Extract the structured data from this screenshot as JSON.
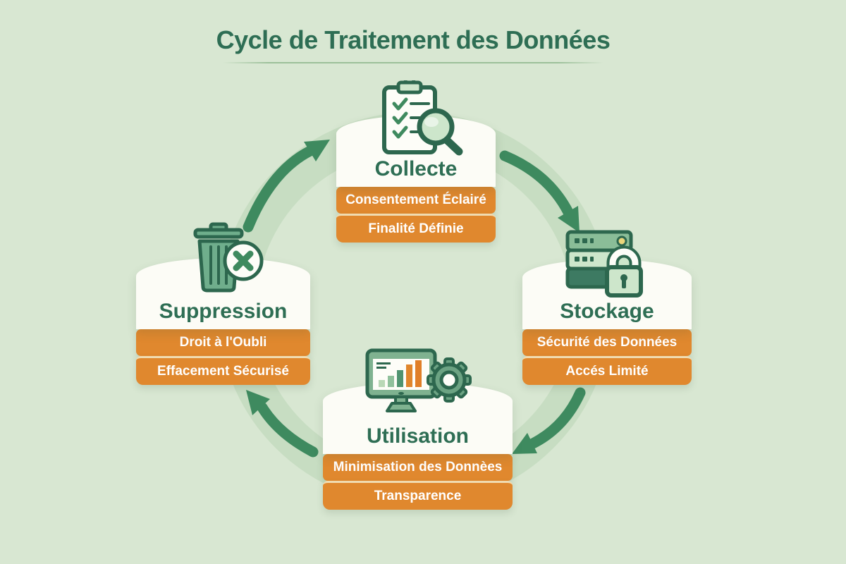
{
  "title": "Cycle de Traitement des Données",
  "stages": [
    {
      "label": "Collecte",
      "icon": "clipboard-checklist-magnifier-icon",
      "tags": [
        "Consentement Éclairé",
        "Finalité Définie"
      ]
    },
    {
      "label": "Stockage",
      "icon": "server-lock-icon",
      "tags": [
        "Sécurité des Données",
        "Accés Limité"
      ]
    },
    {
      "label": "Utilisation",
      "icon": "monitor-chart-gear-icon",
      "tags": [
        "Minimisation des Donnèes",
        "Transparence"
      ]
    },
    {
      "label": "Suppression",
      "icon": "trash-delete-icon",
      "tags": [
        "Droit à l'Oubli",
        "Effacement Sécurisé"
      ]
    }
  ],
  "colors": {
    "background": "#d8e7d2",
    "ring": "#c7ddc2",
    "arrow_green": "#3e8a5f",
    "title_green": "#2e6e54",
    "icon_outline_green": "#2d674e",
    "tag_orange": "#e0882e",
    "card_white": "#fcfcf6"
  }
}
